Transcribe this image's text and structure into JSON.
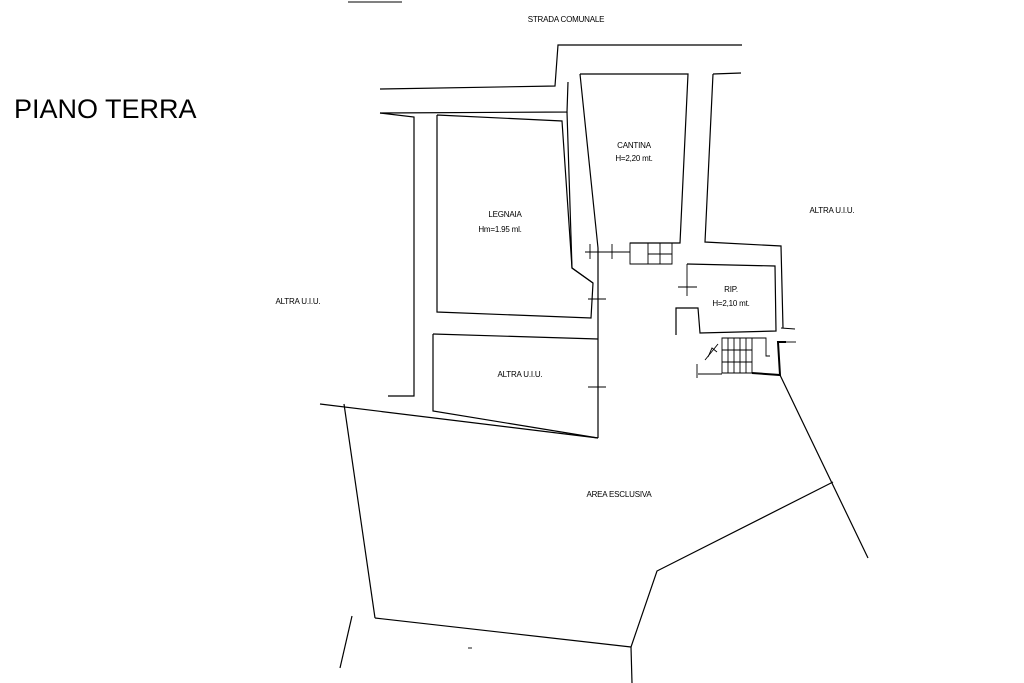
{
  "drawing": {
    "title": "PIANO TERRA",
    "street_label": "STRADA COMUNALE",
    "rooms": {
      "cantina": {
        "name": "CANTINA",
        "height": "H=2,20 mt."
      },
      "legnaia": {
        "name": "LEGNAIA",
        "height": "Hm=1.95 ml."
      },
      "ripostiglio": {
        "name": "RIP.",
        "height": "H=2,10 mt."
      }
    },
    "neighbor_units": {
      "left": "ALTRA U.I.U.",
      "right": "ALTRA U.I.U.",
      "center": "ALTRA U.I.U."
    },
    "exclusive_area": "AREA ESCLUSIVA"
  },
  "style": {
    "line_color": "#000000",
    "background": "#ffffff"
  }
}
